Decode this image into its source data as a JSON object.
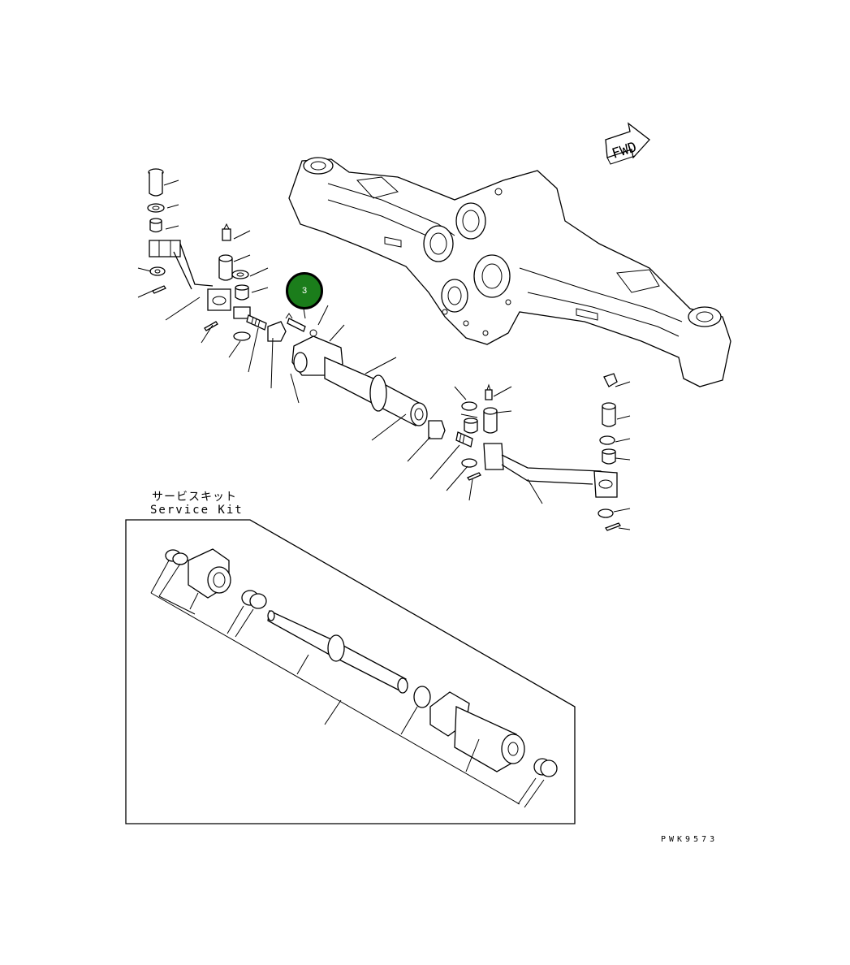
{
  "fwd_label": "FWD",
  "service_kit": {
    "label_jp": "サービスキット",
    "label_en": "Service Kit"
  },
  "callout": {
    "number": "3",
    "color": "#1b7d1b"
  },
  "drawing_code": "PWK9573"
}
